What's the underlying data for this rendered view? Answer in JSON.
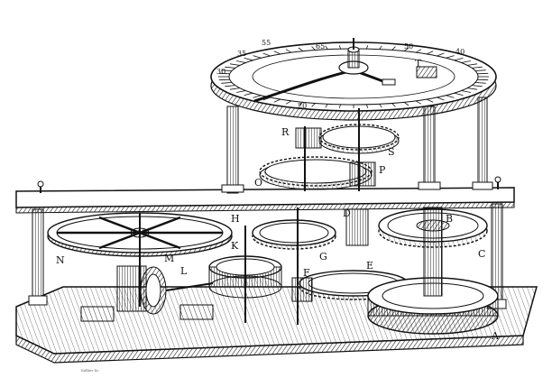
{
  "figure": {
    "labels": {
      "A": "A",
      "B": "B",
      "C": "C",
      "D": "D",
      "E": "E",
      "F": "F",
      "G": "G",
      "H": "H",
      "K": "K",
      "L": "L",
      "M": "M",
      "N": "N",
      "O": "O",
      "P": "P",
      "R": "R",
      "S": "S",
      "T": "T"
    },
    "dial_numerals": {
      "n65": "65",
      "n55": "55",
      "n50": "50",
      "n40": "40",
      "n35": "35",
      "n30": "30",
      "n20": "20"
    },
    "engraver_credit": "Sellier Sc."
  },
  "colors": {
    "ink": "#111111",
    "paper": "#ffffff",
    "hatch": "#333333"
  }
}
